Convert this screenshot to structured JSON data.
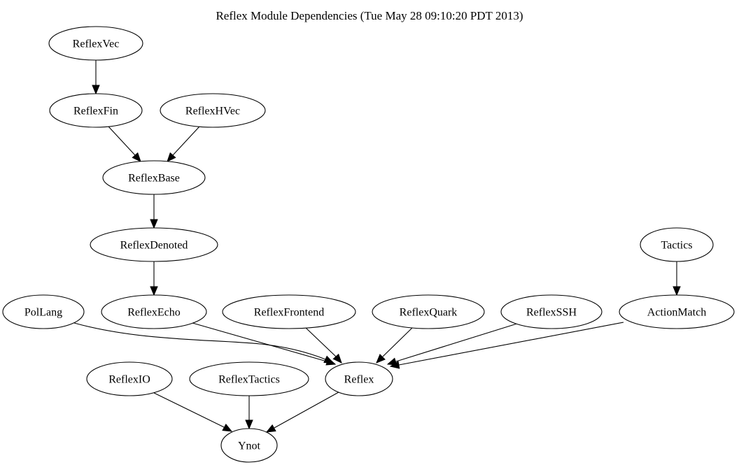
{
  "title": "Reflex Module Dependencies (Tue May 28 09:10:20 PDT 2013)",
  "nodes": {
    "reflexvec": "ReflexVec",
    "reflexfin": "ReflexFin",
    "reflexhvec": "ReflexHVec",
    "reflexbase": "ReflexBase",
    "reflexdenoted": "ReflexDenoted",
    "tactics": "Tactics",
    "pollang": "PolLang",
    "reflexecho": "ReflexEcho",
    "reflexfrontend": "ReflexFrontend",
    "reflexquark": "ReflexQuark",
    "reflexssh": "ReflexSSH",
    "actionmatch": "ActionMatch",
    "reflexio": "ReflexIO",
    "reflextactics": "ReflexTactics",
    "reflex": "Reflex",
    "ynot": "Ynot"
  },
  "edges": [
    {
      "from": "reflexvec",
      "to": "reflexfin"
    },
    {
      "from": "reflexfin",
      "to": "reflexbase"
    },
    {
      "from": "reflexhvec",
      "to": "reflexbase"
    },
    {
      "from": "reflexbase",
      "to": "reflexdenoted"
    },
    {
      "from": "reflexdenoted",
      "to": "reflexecho"
    },
    {
      "from": "tactics",
      "to": "actionmatch"
    },
    {
      "from": "pollang",
      "to": "reflex"
    },
    {
      "from": "reflexecho",
      "to": "reflex"
    },
    {
      "from": "reflexfrontend",
      "to": "reflex"
    },
    {
      "from": "reflexquark",
      "to": "reflex"
    },
    {
      "from": "reflexssh",
      "to": "reflex"
    },
    {
      "from": "actionmatch",
      "to": "reflex"
    },
    {
      "from": "reflexio",
      "to": "ynot"
    },
    {
      "from": "reflextactics",
      "to": "ynot"
    },
    {
      "from": "reflex",
      "to": "ynot"
    }
  ]
}
